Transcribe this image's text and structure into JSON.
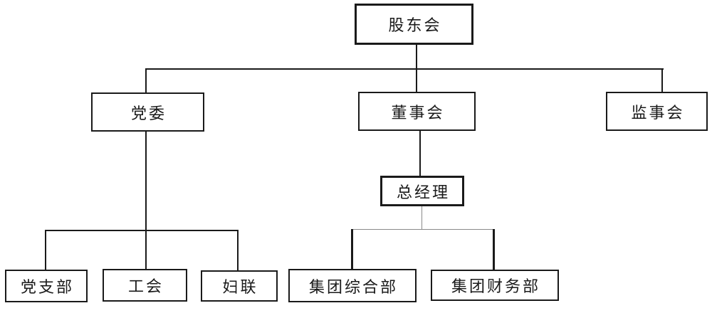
{
  "diagram": {
    "type": "org-chart",
    "background_color": "#ffffff",
    "box_border_color": "#1a1a1a",
    "connector_color": "#1a1a1a",
    "thin_connector_color": "#8a8a8a",
    "nodes": {
      "shareholders": {
        "label": "股东会",
        "level": 1
      },
      "party_committee": {
        "label": "党委",
        "level": 2
      },
      "board_of_directors": {
        "label": "董事会",
        "level": 2
      },
      "supervisory_board": {
        "label": "监事会",
        "level": 2
      },
      "general_manager": {
        "label": "总经理",
        "level": 3
      },
      "party_branch": {
        "label": "党支部",
        "level": 4
      },
      "labor_union": {
        "label": "工会",
        "level": 4
      },
      "womens_federation": {
        "label": "妇联",
        "level": 4
      },
      "group_general_dept": {
        "label": "集团综合部",
        "level": 4
      },
      "group_finance_dept": {
        "label": "集团财务部",
        "level": 4
      }
    },
    "edges": [
      {
        "from": "股东会",
        "to": "党委"
      },
      {
        "from": "股东会",
        "to": "董事会"
      },
      {
        "from": "股东会",
        "to": "监事会"
      },
      {
        "from": "党委",
        "to": "党支部"
      },
      {
        "from": "党委",
        "to": "工会"
      },
      {
        "from": "党委",
        "to": "妇联"
      },
      {
        "from": "董事会",
        "to": "总经理"
      },
      {
        "from": "总经理",
        "to": "集团综合部"
      },
      {
        "from": "总经理",
        "to": "集团财务部"
      }
    ]
  }
}
